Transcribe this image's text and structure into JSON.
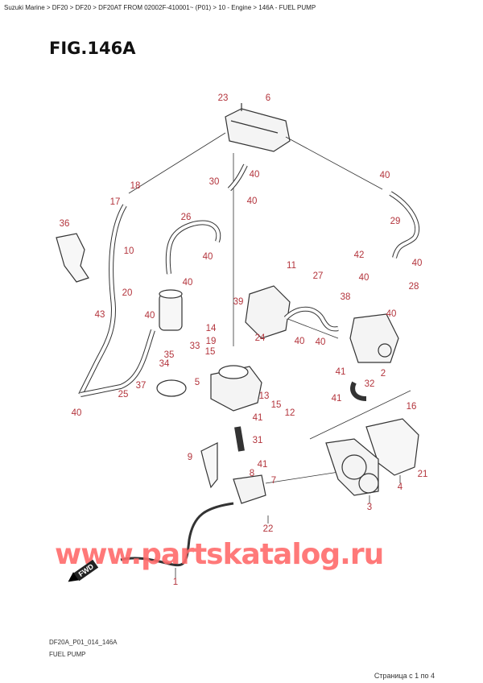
{
  "breadcrumb": "Suzuki Marine > DF20 > DF20 > DF20AT FROM 02002F-410001~ (P01) > 10 - Engine > 146A - FUEL PUMP",
  "figure_title": "FIG.146A",
  "watermark": "www.partskatalog.ru",
  "fwd_label": "FWD",
  "drawing_code": "DF20A_P01_014_146A",
  "caption": "FUEL PUMP",
  "pagination": "Страница с 1 по 4",
  "colors": {
    "callout": "#b3343c",
    "watermark": "#ff6b6b"
  },
  "callouts": [
    "23",
    "6",
    "30",
    "40",
    "40",
    "40",
    "18",
    "17",
    "26",
    "29",
    "36",
    "10",
    "40",
    "42",
    "40",
    "11",
    "20",
    "40",
    "27",
    "38",
    "40",
    "28",
    "39",
    "43",
    "40",
    "40",
    "14",
    "19",
    "24",
    "40",
    "40",
    "33",
    "15",
    "35",
    "34",
    "41",
    "2",
    "37",
    "5",
    "13",
    "32",
    "25",
    "15",
    "41",
    "16",
    "12",
    "40",
    "41",
    "31",
    "9",
    "41",
    "8",
    "7",
    "21",
    "4",
    "3",
    "22",
    "1"
  ]
}
